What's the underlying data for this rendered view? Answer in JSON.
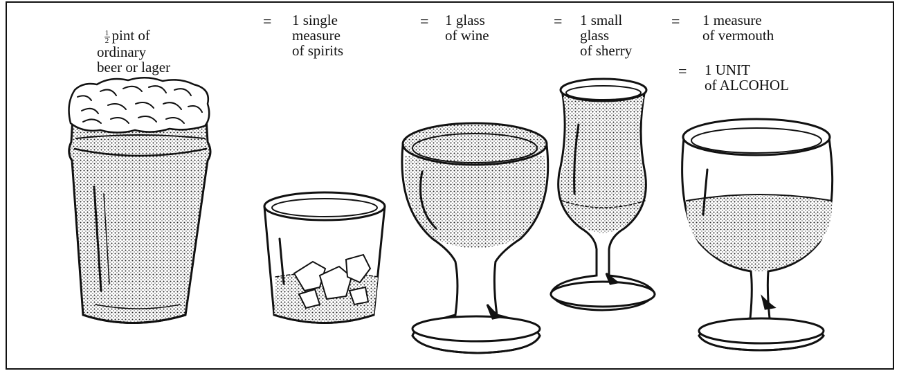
{
  "labels": {
    "beer_fraction_num": "1",
    "beer_fraction_den": "2",
    "beer_line1": "pint of",
    "beer_line2": "ordinary",
    "beer_line3": "beer or lager",
    "spirits_line1": "1 single",
    "spirits_line2": "measure",
    "spirits_line3": "of spirits",
    "wine_line1": "1 glass",
    "wine_line2": "of wine",
    "sherry_line1": "1 small",
    "sherry_line2": "glass",
    "sherry_line3": "of sherry",
    "vermouth_line1": "1 measure",
    "vermouth_line2": "of vermouth",
    "unit_line1": "1 UNIT",
    "unit_line2": "of ALCOHOL"
  },
  "equals_sign": "="
}
